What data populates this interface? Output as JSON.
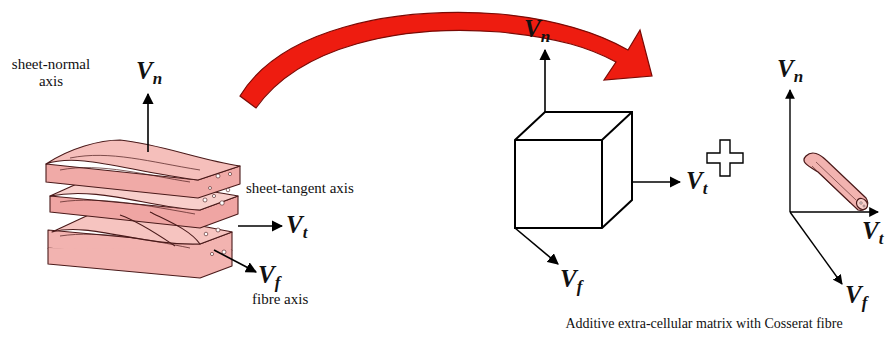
{
  "diagram": {
    "caption": "Additive extra-cellular matrix with Cosserat fibre",
    "labels": [
      "sheet-normal axis",
      "Vn",
      "sheet-tangent axis",
      "Vt",
      "Vf",
      "fibre axis",
      "Vn",
      "Vt",
      "Vf",
      "Vn",
      "Vt",
      "Vf"
    ]
  }
}
